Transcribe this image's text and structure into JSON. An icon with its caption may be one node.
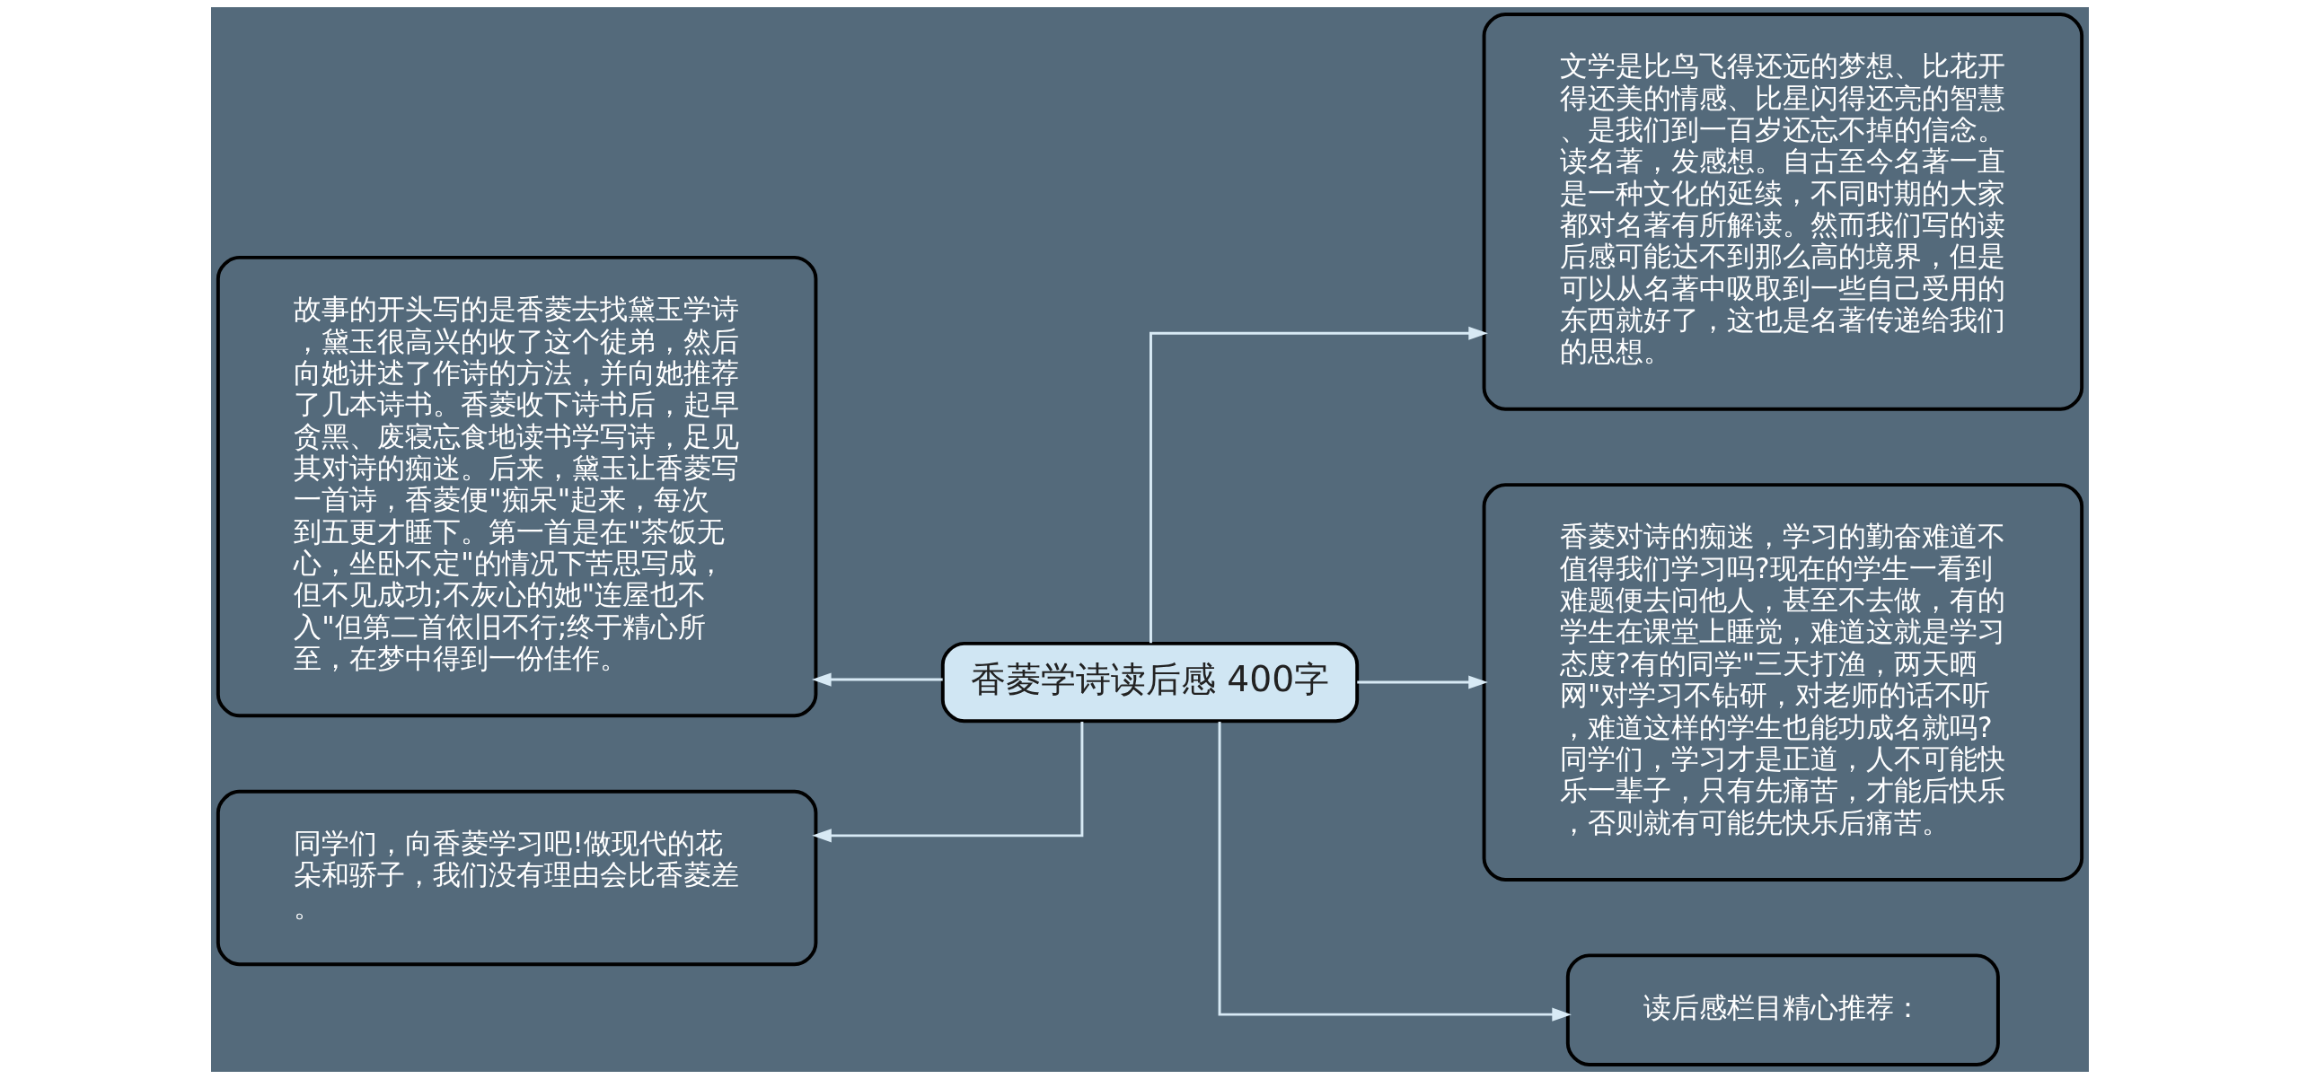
{
  "diagram": {
    "nodes": [
      {
        "text": [
          "香菱学诗读后感 400字"
        ]
      },
      {
        "text": [
          "故事的开头写的是香菱去找黛玉学诗，黛玉很高兴的收了这个徒弟，然后向她讲述了作诗的方法，并向她推荐了几本诗书。香菱收下诗书后，起早贪黑、废寝忘食地读书学写诗，足见其对诗的痴迷。后来，黛玉让香菱写一首诗，香菱便\"痴呆\"起来，每次到五更才睡下。第一首是在\"茶饭无心，坐卧不定\"的情况下苦思写成，但不见成功;不灰心的她\"连屋也不入\"但第二首依旧不行;终于精心所至，在梦中得到一份佳作。"
        ]
      },
      {
        "text": [
          "同学们，向香菱学习吧!做现代的花朵和骄子，我们没有理由会比香菱差。"
        ]
      },
      {
        "text": [
          "文学是比鸟飞得还远的梦想、比花开得还美的情感、比星闪得还亮的智慧、是我们到一百岁还忘不掉的信念。读名著，发感想。自古至今名著一直是一种文化的延续，不同时期的大家都对名著有所解读。然而我们写的读后感可能达不到那么高的境界，但是可以从名著中吸取到一些自己受用的东西就好了，这也是名著传递给我们的思想。"
        ]
      },
      {
        "text": [
          "香菱对诗的痴迷，学习的勤奋难道不值得我们学习吗?现在的学生一看到难题便去问他人，甚至不去做，有的学生在课堂上睡觉，难道这就是学习态度?有的同学\"三天打渔，两天晒网\"对学习不钻研，对老师的话不听，难道这样的学生也能功成名就吗?同学们，学习才是正道，人不可能快乐一辈子，只有先痛苦，才能后快乐，否则就有可能先快乐后痛苦。"
        ]
      },
      {
        "text": [
          "读后感栏目精心推荐："
        ]
      }
    ],
    "edges": [
      {
        "from": 0,
        "to": 1,
        "arrow": "to"
      },
      {
        "from": 0,
        "to": 2,
        "arrow": "to"
      },
      {
        "from": 0,
        "to": 3,
        "arrow": "to"
      },
      {
        "from": 0,
        "to": 4,
        "arrow": "to"
      },
      {
        "from": 0,
        "to": 5,
        "arrow": "to"
      }
    ]
  }
}
